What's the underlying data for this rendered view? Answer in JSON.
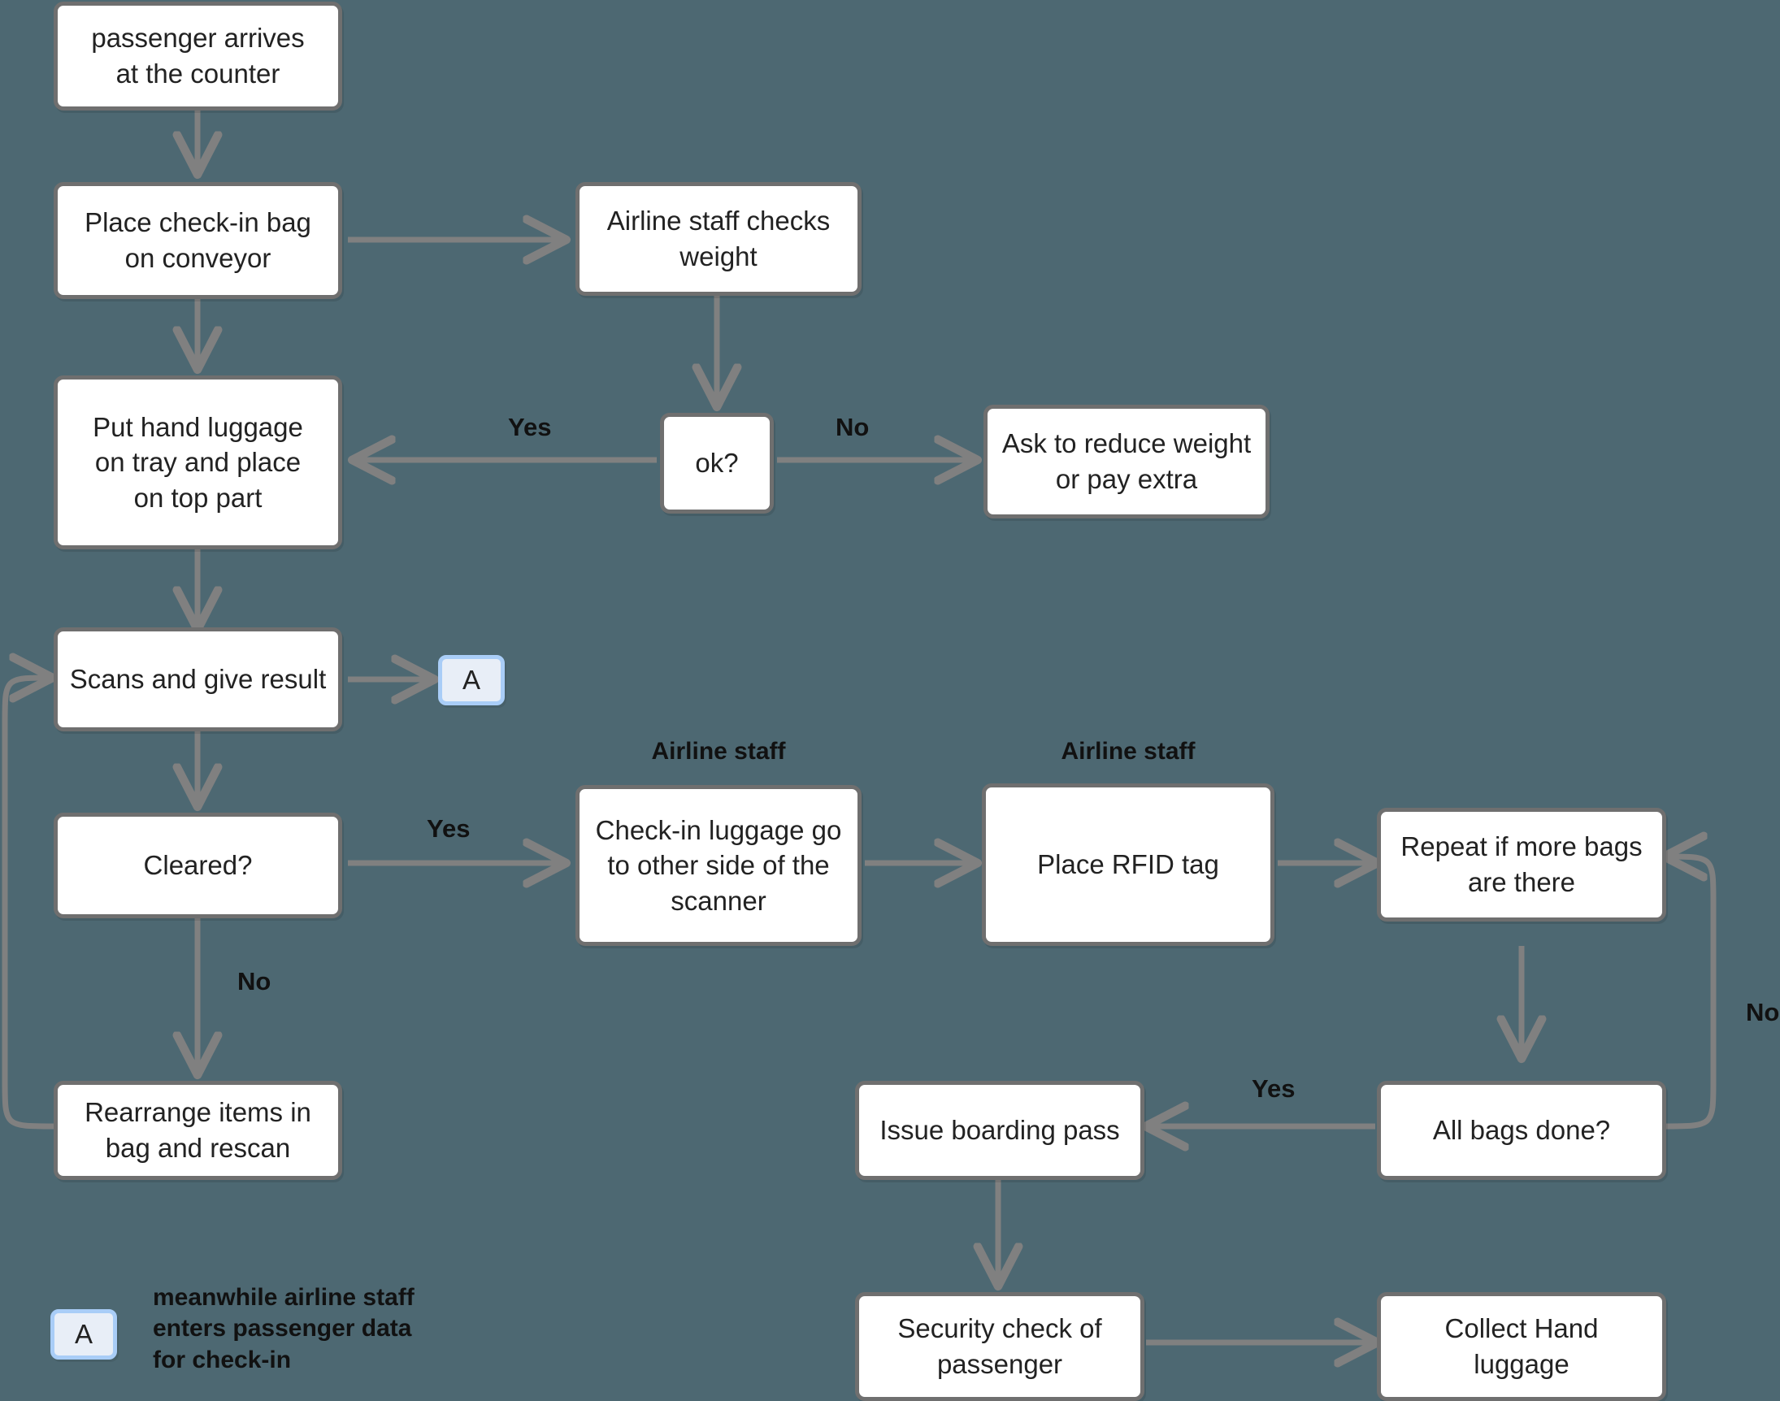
{
  "diagram": {
    "title": "Airport baggage check-in flowchart",
    "background_color": "#4d6872",
    "node_fill": "#ffffff",
    "node_border": "#6f6f6f",
    "connector_fill": "#e8eef7",
    "connector_border": "#a9cdf7",
    "edge_color": "#808080",
    "text_color": "#222222"
  },
  "nodes": {
    "passenger_arrives": "passenger arrives\nat the counter",
    "place_checkin_bag": "Place check-in bag\non conveyor",
    "staff_checks_weight": "Airline staff checks\nweight",
    "put_hand_luggage": "Put hand luggage\non tray and place\non top part",
    "ok_decision": "ok?",
    "ask_reduce_weight": "Ask to reduce weight\nor pay extra",
    "scans_give_result": "Scans and give result",
    "connector_a": "A",
    "cleared_decision": "Cleared?",
    "checkin_other_side": "Check-in luggage go\nto other side of the\nscanner",
    "place_rfid_tag": "Place RFID tag",
    "repeat_more_bags": "Repeat if more bags\nare there",
    "rearrange_items": "Rearrange items in\nbag and rescan",
    "all_bags_done": "All bags done?",
    "issue_boarding_pass": "Issue boarding pass",
    "security_check": "Security check of\npassenger",
    "collect_hand_luggage": "Collect Hand\nluggage"
  },
  "role_labels": {
    "checkin_other_side": "Airline staff",
    "place_rfid_tag": "Airline staff"
  },
  "edge_labels": {
    "ok_yes": "Yes",
    "ok_no": "No",
    "cleared_yes": "Yes",
    "cleared_no": "No",
    "all_bags_yes": "Yes",
    "all_bags_no": "No"
  },
  "legend": {
    "marker": "A",
    "text": "meanwhile airline staff\nenters passenger data\nfor check-in"
  }
}
